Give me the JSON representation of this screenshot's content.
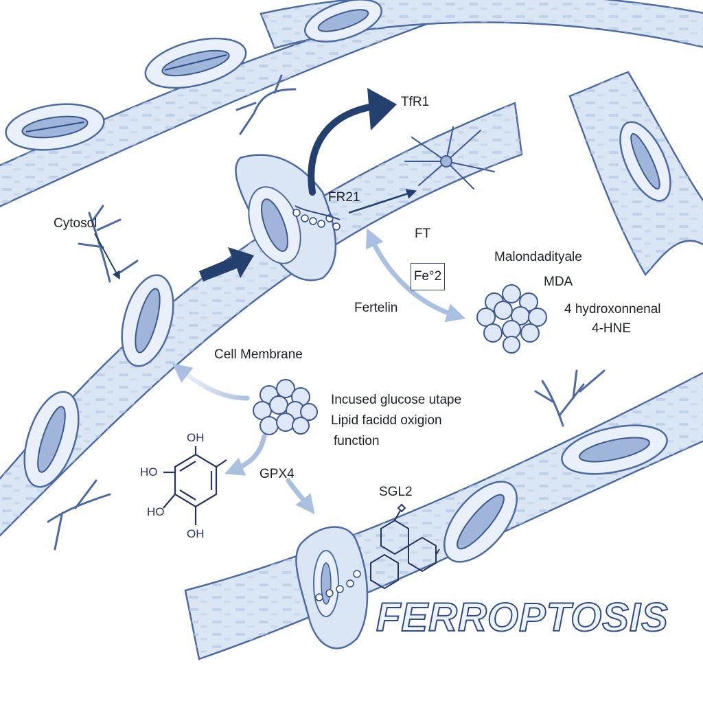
{
  "labels": {
    "tfr1": "TfR1",
    "fr21": "FR21",
    "cytosol": "Cytosol",
    "ft": "FT",
    "fe": "Fe°2",
    "fertelin": "Fertelin",
    "malondadityale": "Malondadityale",
    "mda": "MDA",
    "hydroxonnenal": "4 hydroxonnenal",
    "hne": "4-HNE",
    "cell_membrane": "Cell Membrane",
    "incused": "Incused glucose utape",
    "lipid": "Lipid facidd oxigion",
    "function": "function",
    "gpx4": "GPX4",
    "sgl2": "SGL2",
    "oh_top": "OH",
    "ho_left_top": "HO",
    "ho_left_bottom": "HO",
    "oh_bottom": "OH"
  },
  "title": "FERROPTOSIS",
  "colors": {
    "fiber_fill": "#dbe6f5",
    "fiber_stroke": "#4a6aa5",
    "dark_arrow": "#23406f",
    "light_arrow": "#a9c0e0",
    "cluster_fill": "#dfe8f6",
    "title_fill": "#eef3fb",
    "title_stroke": "#2e4a86"
  }
}
